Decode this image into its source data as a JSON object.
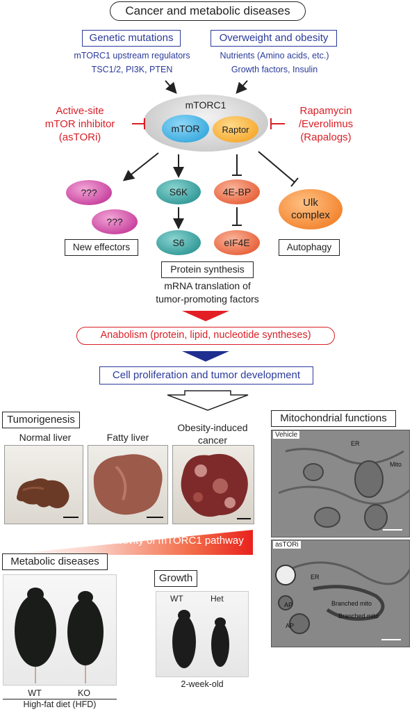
{
  "title": "Cancer and metabolic diseases",
  "left_cause": {
    "heading": "Genetic mutations",
    "line1": "mTORC1 upstream regulators",
    "line2": "TSC1/2, PI3K, PTEN"
  },
  "right_cause": {
    "heading": "Overweight and obesity",
    "line1": "Nutrients (Amino acids, etc.)",
    "line2": "Growth factors, Insulin"
  },
  "complex": {
    "label": "mTORC1",
    "mtor": "mTOR",
    "raptor": "Raptor"
  },
  "left_inhibitor": {
    "line1": "Active-site",
    "line2": "mTOR inhibitor",
    "line3": "(asTORi)"
  },
  "right_inhibitor": {
    "line1": "Rapamycin",
    "line2": "/Everolimus",
    "line3": "(Rapalogs)"
  },
  "effectors": {
    "unknown1": "???",
    "unknown2": "???",
    "s6k": "S6K",
    "s6": "S6",
    "fourebp": "4E-BP",
    "eif4e": "eIF4E",
    "ulk_line1": "Ulk",
    "ulk_line2": "complex"
  },
  "new_effectors": "New effectors",
  "autophagy": "Autophagy",
  "protein_synthesis": "Protein synthesis",
  "translation_line1": "mRNA translation of",
  "translation_line2": "tumor-promoting factors",
  "anabolism": "Anabolism (protein, lipid, nucleotide syntheses)",
  "proliferation": "Cell proliferation and tumor development",
  "tumorigenesis": {
    "heading": "Tumorigenesis",
    "normal": "Normal liver",
    "fatty": "Fatty liver",
    "cancer_line1": "Obesity-induced",
    "cancer_line2": "cancer"
  },
  "mito": {
    "heading": "Mitochondrial functions",
    "vehicle": "Vehicle",
    "astori": "asTORi",
    "er1": "ER",
    "mito1": "Mito",
    "er2": "ER",
    "branched1": "Branched mito",
    "branched2": "Branched mito",
    "ap1": "AP",
    "ap2": "AP"
  },
  "activity_label": "Activity of mTORC1 pathway",
  "metabolic": {
    "heading": "Metabolic diseases",
    "wt": "WT",
    "ko": "KO",
    "diet": "High-fat diet (HFD)"
  },
  "growth": {
    "heading": "Growth",
    "wt": "WT",
    "het": "Het",
    "age": "2-week-old"
  },
  "colors": {
    "blue": "#2a3a9a",
    "red": "#d81f26",
    "mtor": "#29a9e1",
    "raptor": "#f7a823",
    "magenta": "#c0308f",
    "teal": "#1e8c8c",
    "orange_red": "#e8512a",
    "ulk": "#f07d1e"
  }
}
